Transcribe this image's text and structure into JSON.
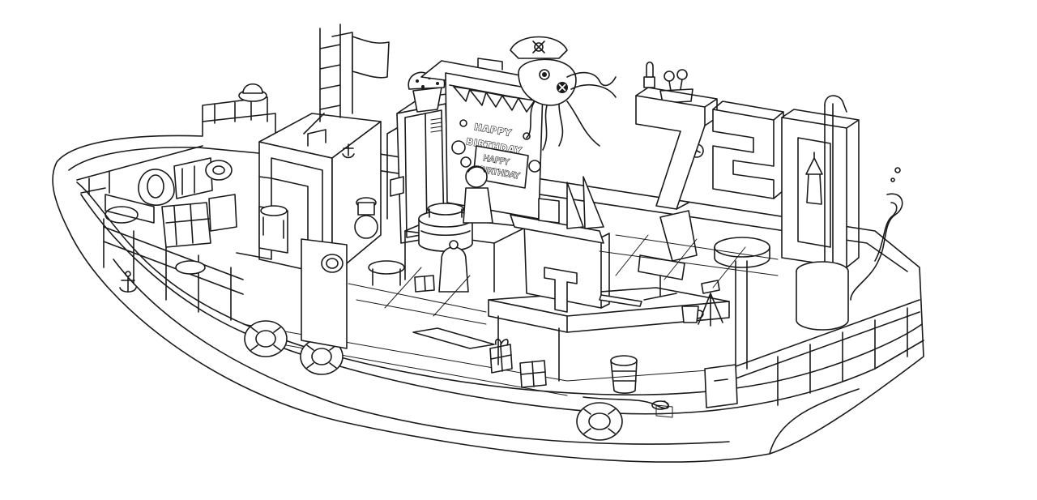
{
  "banner": {
    "line1": "HAPPY",
    "line2": "BIRTHDAY"
  },
  "poster": {
    "line1": "HAPPY",
    "line2": "BIRTHDAY"
  },
  "sculpture_digits": [
    "7",
    "2",
    "0"
  ],
  "colors": {
    "ink": "#1a1a1a",
    "paper": "#ffffff"
  },
  "icons": [
    "anchor-icon",
    "skull-crossbones-icon",
    "life-ring-icon",
    "porthole-icon",
    "clock-icon",
    "gift-icon",
    "cake-icon",
    "octopus-icon",
    "pirate-hat-icon",
    "cactus-icon",
    "flag-icon",
    "computer-monitor-icon",
    "office-chair-icon",
    "mug-icon",
    "tripod-camera-icon"
  ]
}
